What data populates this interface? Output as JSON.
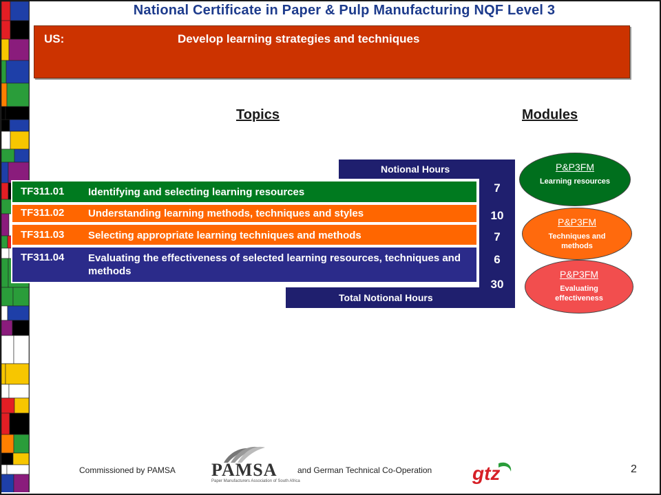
{
  "header": {
    "title": "National Certificate in Paper & Pulp Manufacturing NQF Level 3"
  },
  "unit": {
    "label": "US:",
    "title": "Develop learning strategies and techniques"
  },
  "headings": {
    "topics": "Topics",
    "modules": "Modules"
  },
  "hours_panel": {
    "label": "Notional Hours",
    "total_label": "Total Notional Hours",
    "total": "30"
  },
  "topics": [
    {
      "code": "TF311.01",
      "text": "Identifying and selecting learning resources",
      "hours": "7",
      "color": "#007a1f"
    },
    {
      "code": "TF311.02",
      "text": "Understanding learning methods, techniques and styles",
      "hours": "10",
      "color": "#ff6600"
    },
    {
      "code": "TF311.03",
      "text": "Selecting appropriate learning techniques and methods",
      "hours": "7",
      "color": "#ff6600"
    },
    {
      "code": "TF311.04",
      "text": "Evaluating the effectiveness of selected learning resources, techniques and methods",
      "hours": "6",
      "color": "#2b2b8a"
    }
  ],
  "modules": [
    {
      "code": "P&P3FM",
      "desc": "Learning resources",
      "color": "#006f1d"
    },
    {
      "code": "P&P3FM",
      "desc": "Techniques and methods",
      "color": "#ff6a0d"
    },
    {
      "code": "P&P3FM",
      "desc": "Evaluating effectiveness",
      "color": "#f24e4e"
    }
  ],
  "footer": {
    "commissioned": "Commissioned by PAMSA",
    "cooperation": "and German Technical Co-Operation",
    "page_number": "2",
    "pamsa_logo": "PAMSA",
    "pamsa_subtitle": "Paper Manufacturers Association of South Africa",
    "gtz_logo": "gtz"
  },
  "icons": {
    "left_strip": "decorative-mosaic-strip",
    "pamsa": "pamsa-logo",
    "gtz": "gtz-logo"
  }
}
